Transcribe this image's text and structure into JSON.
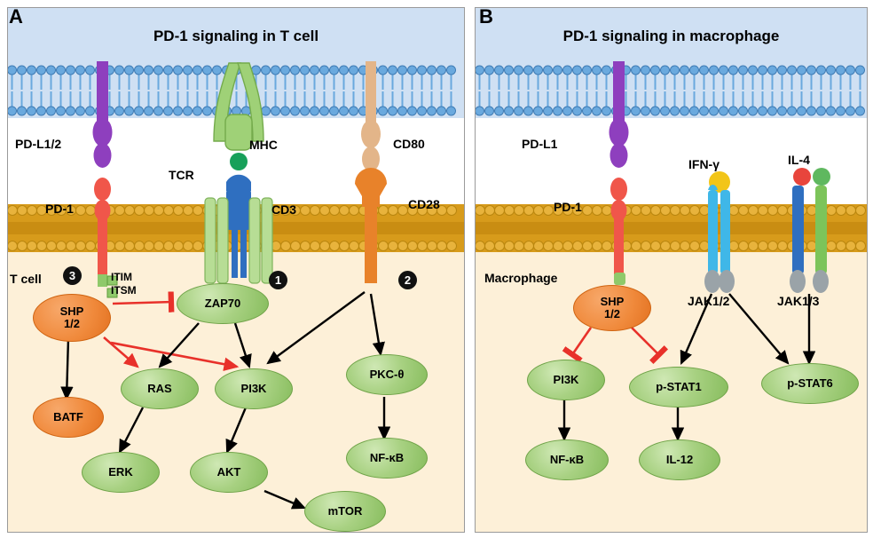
{
  "figure": {
    "panels": [
      {
        "letter": "A",
        "title": "PD-1 signaling in T cell",
        "cell_label": "T cell",
        "steps": [
          "1",
          "2",
          "3"
        ],
        "receptors": [
          {
            "name": "PD-L1/2",
            "label": "PD-L1/2"
          },
          {
            "name": "PD-1",
            "label": "PD-1"
          },
          {
            "name": "MHC",
            "label": "MHC"
          },
          {
            "name": "TCR",
            "label": "TCR"
          },
          {
            "name": "CD3",
            "label": "CD3"
          },
          {
            "name": "CD80",
            "label": "CD80"
          },
          {
            "name": "CD28",
            "label": "CD28"
          }
        ],
        "motifs": [
          {
            "label": "ITIM"
          },
          {
            "label": "ITSM"
          }
        ],
        "nodes": [
          {
            "id": "shp12",
            "label": "SHP\n1/2",
            "line1": "SHP",
            "line2": "1/2",
            "color": "orange"
          },
          {
            "id": "zap70",
            "label": "ZAP70",
            "color": "green"
          },
          {
            "id": "batf",
            "label": "BATF",
            "color": "orange"
          },
          {
            "id": "ras",
            "label": "RAS",
            "color": "green"
          },
          {
            "id": "pi3k",
            "label": "PI3K",
            "color": "green"
          },
          {
            "id": "pkctheta",
            "label": "PKC-θ",
            "color": "green"
          },
          {
            "id": "erk",
            "label": "ERK",
            "color": "green"
          },
          {
            "id": "akt",
            "label": "AKT",
            "color": "green"
          },
          {
            "id": "mtor",
            "label": "mTOR",
            "color": "green"
          },
          {
            "id": "nfkb",
            "label": "NF-κB",
            "color": "green"
          }
        ]
      },
      {
        "letter": "B",
        "title": "PD-1 signaling in macrophage",
        "cell_label": "Macrophage",
        "receptors": [
          {
            "name": "PD-L1",
            "label": "PD-L1"
          },
          {
            "name": "PD-1",
            "label": "PD-1"
          },
          {
            "name": "IFN-gamma",
            "label": "IFN-γ"
          },
          {
            "name": "IL-4",
            "label": "IL-4"
          },
          {
            "name": "JAK1/2",
            "label": "JAK1/2"
          },
          {
            "name": "JAK1/3",
            "label": "JAK1/3"
          }
        ],
        "nodes": [
          {
            "id": "shp12",
            "line1": "SHP",
            "line2": "1/2",
            "color": "orange"
          },
          {
            "id": "pi3k",
            "label": "PI3K",
            "color": "green"
          },
          {
            "id": "pstat1",
            "label": "p-STAT1",
            "color": "green"
          },
          {
            "id": "pstat6",
            "label": "p-STAT6",
            "color": "green"
          },
          {
            "id": "nfkb",
            "label": "NF-κB",
            "color": "green"
          },
          {
            "id": "il12",
            "label": "IL-12",
            "color": "green"
          }
        ]
      }
    ],
    "colors": {
      "background": "#fdf0d8",
      "membrane_blue": "#6aa9de",
      "membrane_blue_bg": "#cfe0f3",
      "membrane_gold": "#d79b1b",
      "green_node": "#a8d182",
      "orange_node": "#f08a3c",
      "inhibition_arrow": "#e8312a",
      "activation_arrow": "#000000",
      "pdl1_purple": "#8e3fbe",
      "pd1_red": "#f0564a",
      "cd80_tan": "#e3b589",
      "cd28_orange": "#e8822a",
      "tcr_blue": "#2f6fc0",
      "mhc_green": "#8fc96a"
    }
  }
}
